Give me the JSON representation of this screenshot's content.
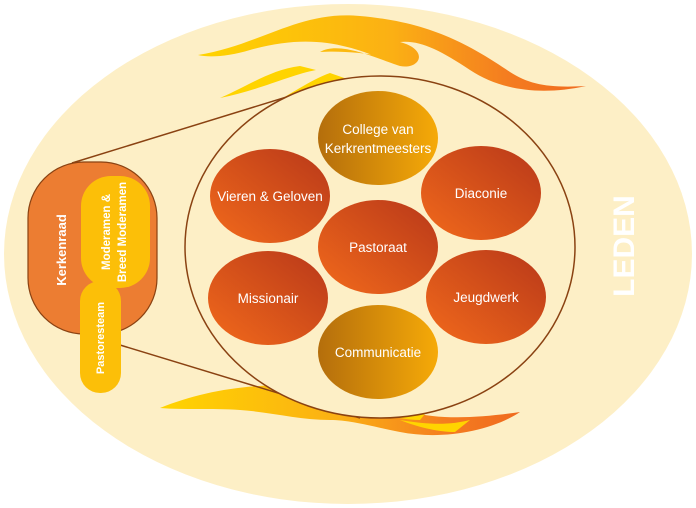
{
  "outer_label": "LEDEN",
  "left_group": {
    "kerkenraad": "Kerkenraad",
    "moderamen_line1": "Moderamen &",
    "moderamen_line2": "Breed Moderamen",
    "pastoresteam": "Pastoresteam"
  },
  "circles": [
    {
      "id": "college",
      "line1": "College van",
      "line2": "Kerkrentmeesters",
      "style": "gold"
    },
    {
      "id": "vieren",
      "line1": "Vieren & Geloven",
      "style": "red"
    },
    {
      "id": "diaconie",
      "line1": "Diaconie",
      "style": "red"
    },
    {
      "id": "pastoraat",
      "line1": "Pastoraat",
      "style": "red"
    },
    {
      "id": "missionair",
      "line1": "Missionair",
      "style": "red"
    },
    {
      "id": "jeugdwerk",
      "line1": "Jeugdwerk",
      "style": "red"
    },
    {
      "id": "communicatie",
      "line1": "Communicatie",
      "style": "gold"
    }
  ],
  "colors": {
    "background_ellipse": "#fdefc6",
    "kerkenraad": "#ec7d32",
    "yellow_pill": "#fcbf08",
    "outline": "#8a4212",
    "leden_text": "#ffffff"
  }
}
